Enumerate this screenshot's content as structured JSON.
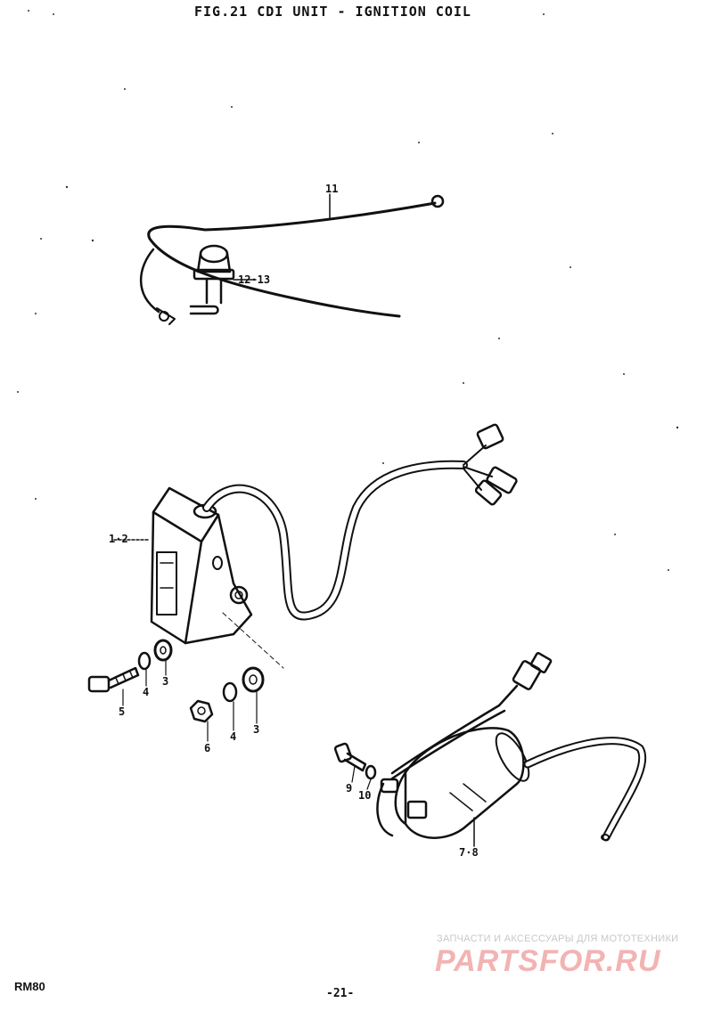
{
  "figure": {
    "title": "FIG.21  CDI UNIT - IGNITION COIL"
  },
  "part_labels": [
    {
      "id": "lbl-11",
      "text": "11"
    },
    {
      "id": "lbl-12-13",
      "text": "12·13"
    },
    {
      "id": "lbl-1-2",
      "text": "1·2"
    },
    {
      "id": "lbl-5",
      "text": "5"
    },
    {
      "id": "lbl-4a",
      "text": "4"
    },
    {
      "id": "lbl-3a",
      "text": "3"
    },
    {
      "id": "lbl-6",
      "text": "6"
    },
    {
      "id": "lbl-4b",
      "text": "4"
    },
    {
      "id": "lbl-3b",
      "text": "3"
    },
    {
      "id": "lbl-9",
      "text": "9"
    },
    {
      "id": "lbl-10",
      "text": "10"
    },
    {
      "id": "lbl-7-8",
      "text": "7·8"
    }
  ],
  "footer": {
    "model": "RM80",
    "page": "-21-"
  },
  "watermark": {
    "tagline": "ЗАПЧАСТИ И АКСЕССУАРЫ ДЛЯ МОТОТЕХНИКИ",
    "logo": "PARTSFOR.RU"
  }
}
